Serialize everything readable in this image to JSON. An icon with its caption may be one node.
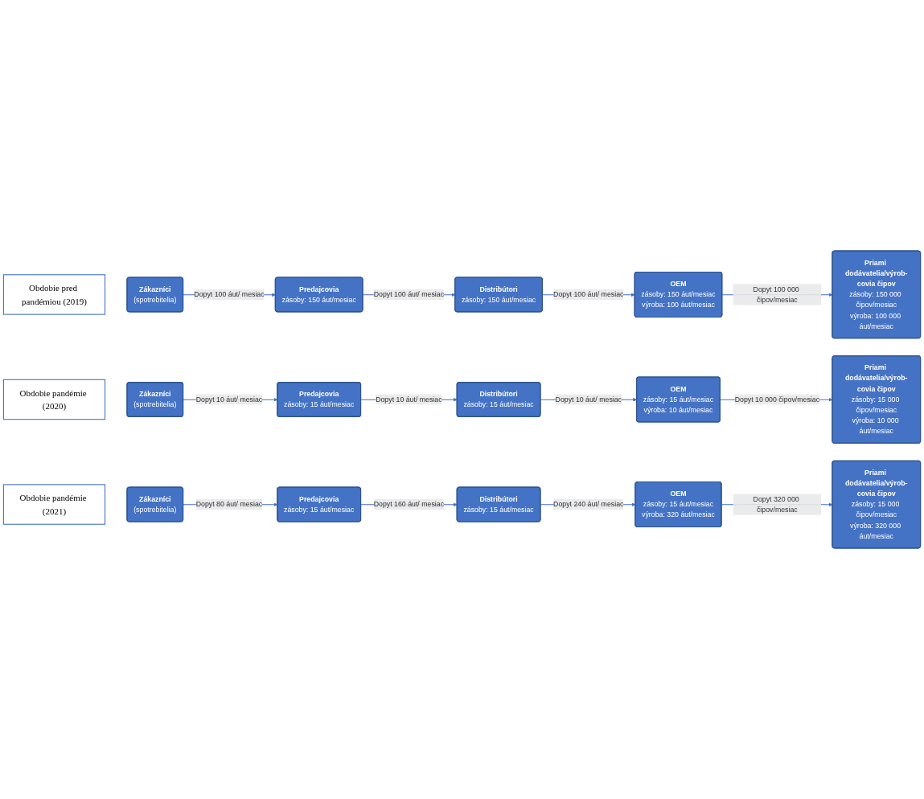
{
  "diagram": {
    "nodes": [
      {
        "text": [
          "Obdobie pred pandémiou (2019)"
        ]
      },
      {
        "text": [
          "Zákazníci",
          "(spotrebitelia)"
        ]
      },
      {
        "text": [
          "Predajcovia",
          "zásoby: 150 áut/mesiac"
        ]
      },
      {
        "text": [
          "Distribútori",
          "zásoby: 150 áut/mesiac"
        ]
      },
      {
        "text": [
          "OEM",
          "zásoby: 150 áut/mesiac",
          "výroba: 100 áut/mesiac"
        ]
      },
      {
        "text": [
          "Priami dodávatelia/výrob-covia čipov",
          "zásoby: 150 000 čipov/mesiac",
          "výroba: 100 000 áut/mesiac"
        ]
      },
      {
        "text": [
          "Obdobie pandémie (2020)"
        ]
      },
      {
        "text": [
          "Zákazníci",
          "(spotrebitelia)"
        ]
      },
      {
        "text": [
          "Predajcovia",
          "zásoby: 15 áut/mesiac"
        ]
      },
      {
        "text": [
          "Distribútori",
          "zásoby: 15 áut/mesiac"
        ]
      },
      {
        "text": [
          "OEM",
          "zásoby: 15 áut/mesiac",
          "výroba: 10 áut/mesiac"
        ]
      },
      {
        "text": [
          "Priami dodávatelia/výrob-covia čipov",
          "zásoby: 15 000 čipov/mesiac",
          "výroba: 10 000 áut/mesiac"
        ]
      },
      {
        "text": [
          "Obdobie pandémie (2021)"
        ]
      },
      {
        "text": [
          "Zákazníci",
          "(spotrebitelia)"
        ]
      },
      {
        "text": [
          "Predajcovia",
          "zásoby: 15 áut/mesiac"
        ]
      },
      {
        "text": [
          "Distribútori",
          "zásoby: 15 áut/mesiac"
        ]
      },
      {
        "text": [
          "OEM",
          "zásoby: 15 áut/mesiac",
          "výroba: 320 áut/mesiac"
        ]
      },
      {
        "text": [
          "Priami dodávatelia/výrob-covia čipov",
          "zásoby: 15 000 čipov/mesiac",
          "výroba: 320 000 áut/mesiac"
        ]
      }
    ],
    "edges": [
      {
        "from": 1,
        "to": 2,
        "arrow": "to",
        "label": "Dopyt 100 áut/ mesiac"
      },
      {
        "from": 2,
        "to": 3,
        "arrow": "to",
        "label": "Dopyt 100 áut/ mesiac"
      },
      {
        "from": 3,
        "to": 4,
        "arrow": "to",
        "label": "Dopyt 100 áut/ mesiac"
      },
      {
        "from": 4,
        "to": 5,
        "arrow": "to",
        "label": "Dopyt 100 000 čipov/mesiac"
      },
      {
        "from": 7,
        "to": 8,
        "arrow": "to",
        "label": "Dopyt 10 áut/ mesiac"
      },
      {
        "from": 8,
        "to": 9,
        "arrow": "to",
        "label": "Dopyt 10 áut/ mesiac"
      },
      {
        "from": 9,
        "to": 10,
        "arrow": "to",
        "label": "Dopyt 10 áut/ mesiac"
      },
      {
        "from": 10,
        "to": 11,
        "arrow": "to",
        "label": "Dopyt 10 000 čipov/mesiac"
      },
      {
        "from": 13,
        "to": 14,
        "arrow": "to",
        "label": "Dopyt 80 áut/ mesiac"
      },
      {
        "from": 14,
        "to": 15,
        "arrow": "to",
        "label": "Dopyt 160 áut/ mesiac"
      },
      {
        "from": 15,
        "to": 16,
        "arrow": "to",
        "label": "Dopyt 240 áut/ mesiac"
      },
      {
        "from": 16,
        "to": 17,
        "arrow": "to",
        "label": "Dopyt 320 000 čipov/mesiac"
      }
    ]
  }
}
